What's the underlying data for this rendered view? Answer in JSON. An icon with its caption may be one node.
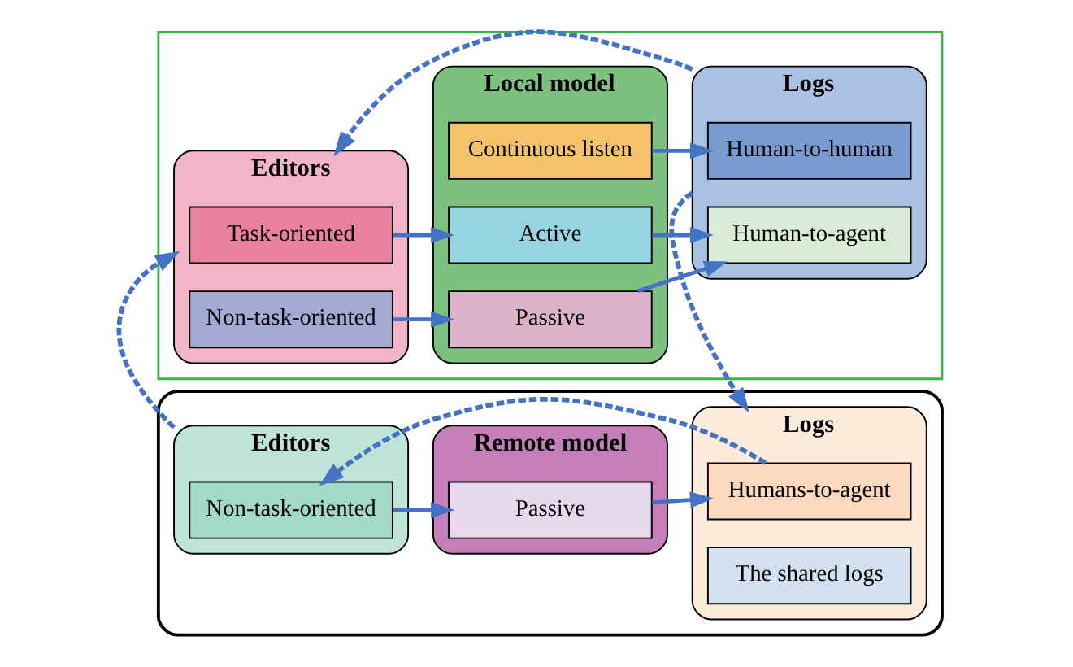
{
  "diagram": {
    "nodes": [
      {
        "text": [],
        "shape": "cloud"
      },
      {
        "text": [
          "Editors"
        ],
        "in": 0
      },
      {
        "text": [
          "Non-task-oriented"
        ],
        "in": 1
      },
      {
        "text": [
          "Remote model"
        ],
        "in": 0
      },
      {
        "text": [
          "Passive"
        ],
        "in": 3
      },
      {
        "text": [
          "Logs"
        ],
        "in": 0
      },
      {
        "text": [
          "Humans-to-agent"
        ],
        "in": 5
      },
      {
        "text": [
          "The shared logs"
        ],
        "in": 5
      },
      {
        "text": [],
        "shape": "house"
      },
      {
        "text": [
          "Editors"
        ],
        "in": 8
      },
      {
        "text": [
          "Task-oriented"
        ],
        "in": 9
      },
      {
        "text": [
          "Non-task-oriented"
        ],
        "in": 9
      },
      {
        "text": [
          "Local model"
        ],
        "in": 8
      },
      {
        "text": [
          "Continuous listen"
        ],
        "in": 12
      },
      {
        "text": [
          "Active"
        ],
        "in": 12
      },
      {
        "text": [
          "Passive"
        ],
        "in": 12
      },
      {
        "text": [
          "Logs"
        ],
        "in": 8
      },
      {
        "text": [
          "Human-to-human"
        ],
        "in": 16
      },
      {
        "text": [
          "Human-to-agent"
        ],
        "in": 16
      }
    ],
    "edges": [
      {
        "from": 2,
        "to": 4,
        "arrow": "to"
      },
      {
        "from": 4,
        "to": 6,
        "arrow": "to"
      },
      {
        "from": 6,
        "to": 2,
        "arrow": "to",
        "style": "dashed"
      },
      {
        "from": 1,
        "to": 9,
        "arrow": "to",
        "style": "dashed"
      },
      {
        "from": 16,
        "to": 5,
        "arrow": "to",
        "style": "dashed"
      },
      {
        "from": 10,
        "to": 14,
        "arrow": "to"
      },
      {
        "from": 11,
        "to": 15,
        "arrow": "to"
      },
      {
        "from": 13,
        "to": 17,
        "arrow": "to"
      },
      {
        "from": 14,
        "to": 18,
        "arrow": "to"
      },
      {
        "from": 15,
        "to": 18,
        "arrow": "to"
      },
      {
        "from": 16,
        "to": 9,
        "arrow": "to",
        "style": "dashed"
      }
    ]
  }
}
